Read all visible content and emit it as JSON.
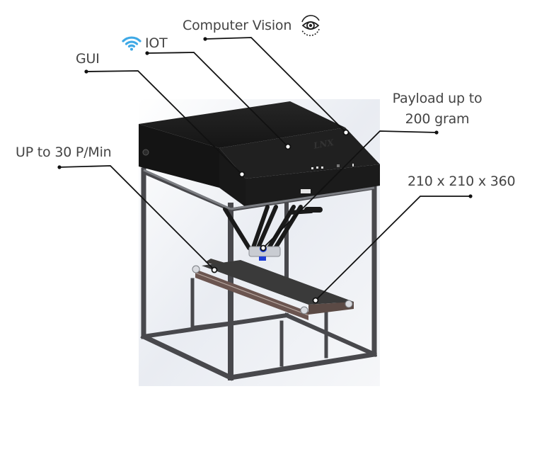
{
  "diagram": {
    "product_name": "LNX",
    "callouts": [
      {
        "id": "computer-vision",
        "label": "Computer Vision",
        "icon": "eye-rotate-icon"
      },
      {
        "id": "iot",
        "label": "IOT",
        "icon": "wifi-icon"
      },
      {
        "id": "gui",
        "label": "GUI"
      },
      {
        "id": "speed",
        "label": "UP to 30 P/Min"
      },
      {
        "id": "payload",
        "label_line1": "Payload up to",
        "label_line2": "200 gram"
      },
      {
        "id": "dimensions",
        "label": "210 x 210 x 360"
      }
    ],
    "colors": {
      "label_text": "#444444",
      "leader_line": "#111111",
      "wifi_icon": "#3fa9e6",
      "enclosure": "#1c1c1c",
      "frame": "#4a4a4e",
      "conveyor_belt": "#3a3a3a",
      "rail": "#6b5550",
      "gripper_accent": "#1f3fd6",
      "render_bg": "#eef0f4"
    }
  }
}
